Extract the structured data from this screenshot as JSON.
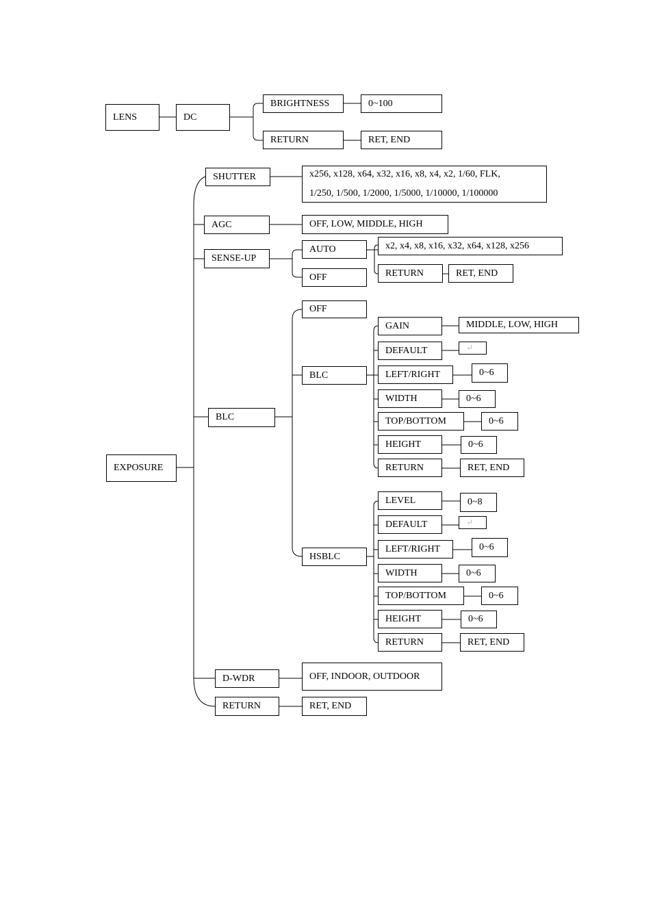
{
  "lens": {
    "root": "LENS",
    "dc": "DC",
    "brightness": "BRIGHTNESS",
    "brightness_value": "0~100",
    "return": "RETURN",
    "return_value": "RET, END"
  },
  "exposure": {
    "root": "EXPOSURE",
    "shutter": "SHUTTER",
    "shutter_values_line1": "x256, x128, x64, x32, x16, x8, x4, x2, 1/60, FLK,",
    "shutter_values_line2": "1/250, 1/500, 1/2000, 1/5000, 1/10000, 1/100000",
    "agc": "AGC",
    "agc_values": "OFF, LOW, MIDDLE, HIGH",
    "sense_up": "SENSE-UP",
    "sense_up_auto": "AUTO",
    "sense_up_auto_values": "x2, x4, x8, x16, x32, x64, x128, x256",
    "sense_up_auto_return": "RETURN",
    "sense_up_auto_return_value": "RET, END",
    "sense_up_off": "OFF",
    "blc": "BLC",
    "blc_off": "OFF",
    "blc_blc": "BLC",
    "blc_gain": "GAIN",
    "blc_gain_values": "MIDDLE, LOW, HIGH",
    "blc_default": "DEFAULT",
    "blc_default_glyph": "↵",
    "blc_left_right": "LEFT/RIGHT",
    "blc_left_right_value": "0~6",
    "blc_width": "WIDTH",
    "blc_width_value": "0~6",
    "blc_top_bottom": "TOP/BOTTOM",
    "blc_top_bottom_value": "0~6",
    "blc_height": "HEIGHT",
    "blc_height_value": "0~6",
    "blc_return": "RETURN",
    "blc_return_value": "RET, END",
    "hsblc": "HSBLC",
    "hsblc_level": "LEVEL",
    "hsblc_level_value": "0~8",
    "hsblc_default": "DEFAULT",
    "hsblc_default_glyph": "↵",
    "hsblc_left_right": "LEFT/RIGHT",
    "hsblc_left_right_value": "0~6",
    "hsblc_width": "WIDTH",
    "hsblc_width_value": "0~6",
    "hsblc_top_bottom": "TOP/BOTTOM",
    "hsblc_top_bottom_value": "0~6",
    "hsblc_height": "HEIGHT",
    "hsblc_height_value": "0~6",
    "hsblc_return": "RETURN",
    "hsblc_return_value": "RET, END",
    "dwdr": "D-WDR",
    "dwdr_values": "OFF, INDOOR, OUTDOOR",
    "return": "RETURN",
    "return_value": "RET, END"
  }
}
